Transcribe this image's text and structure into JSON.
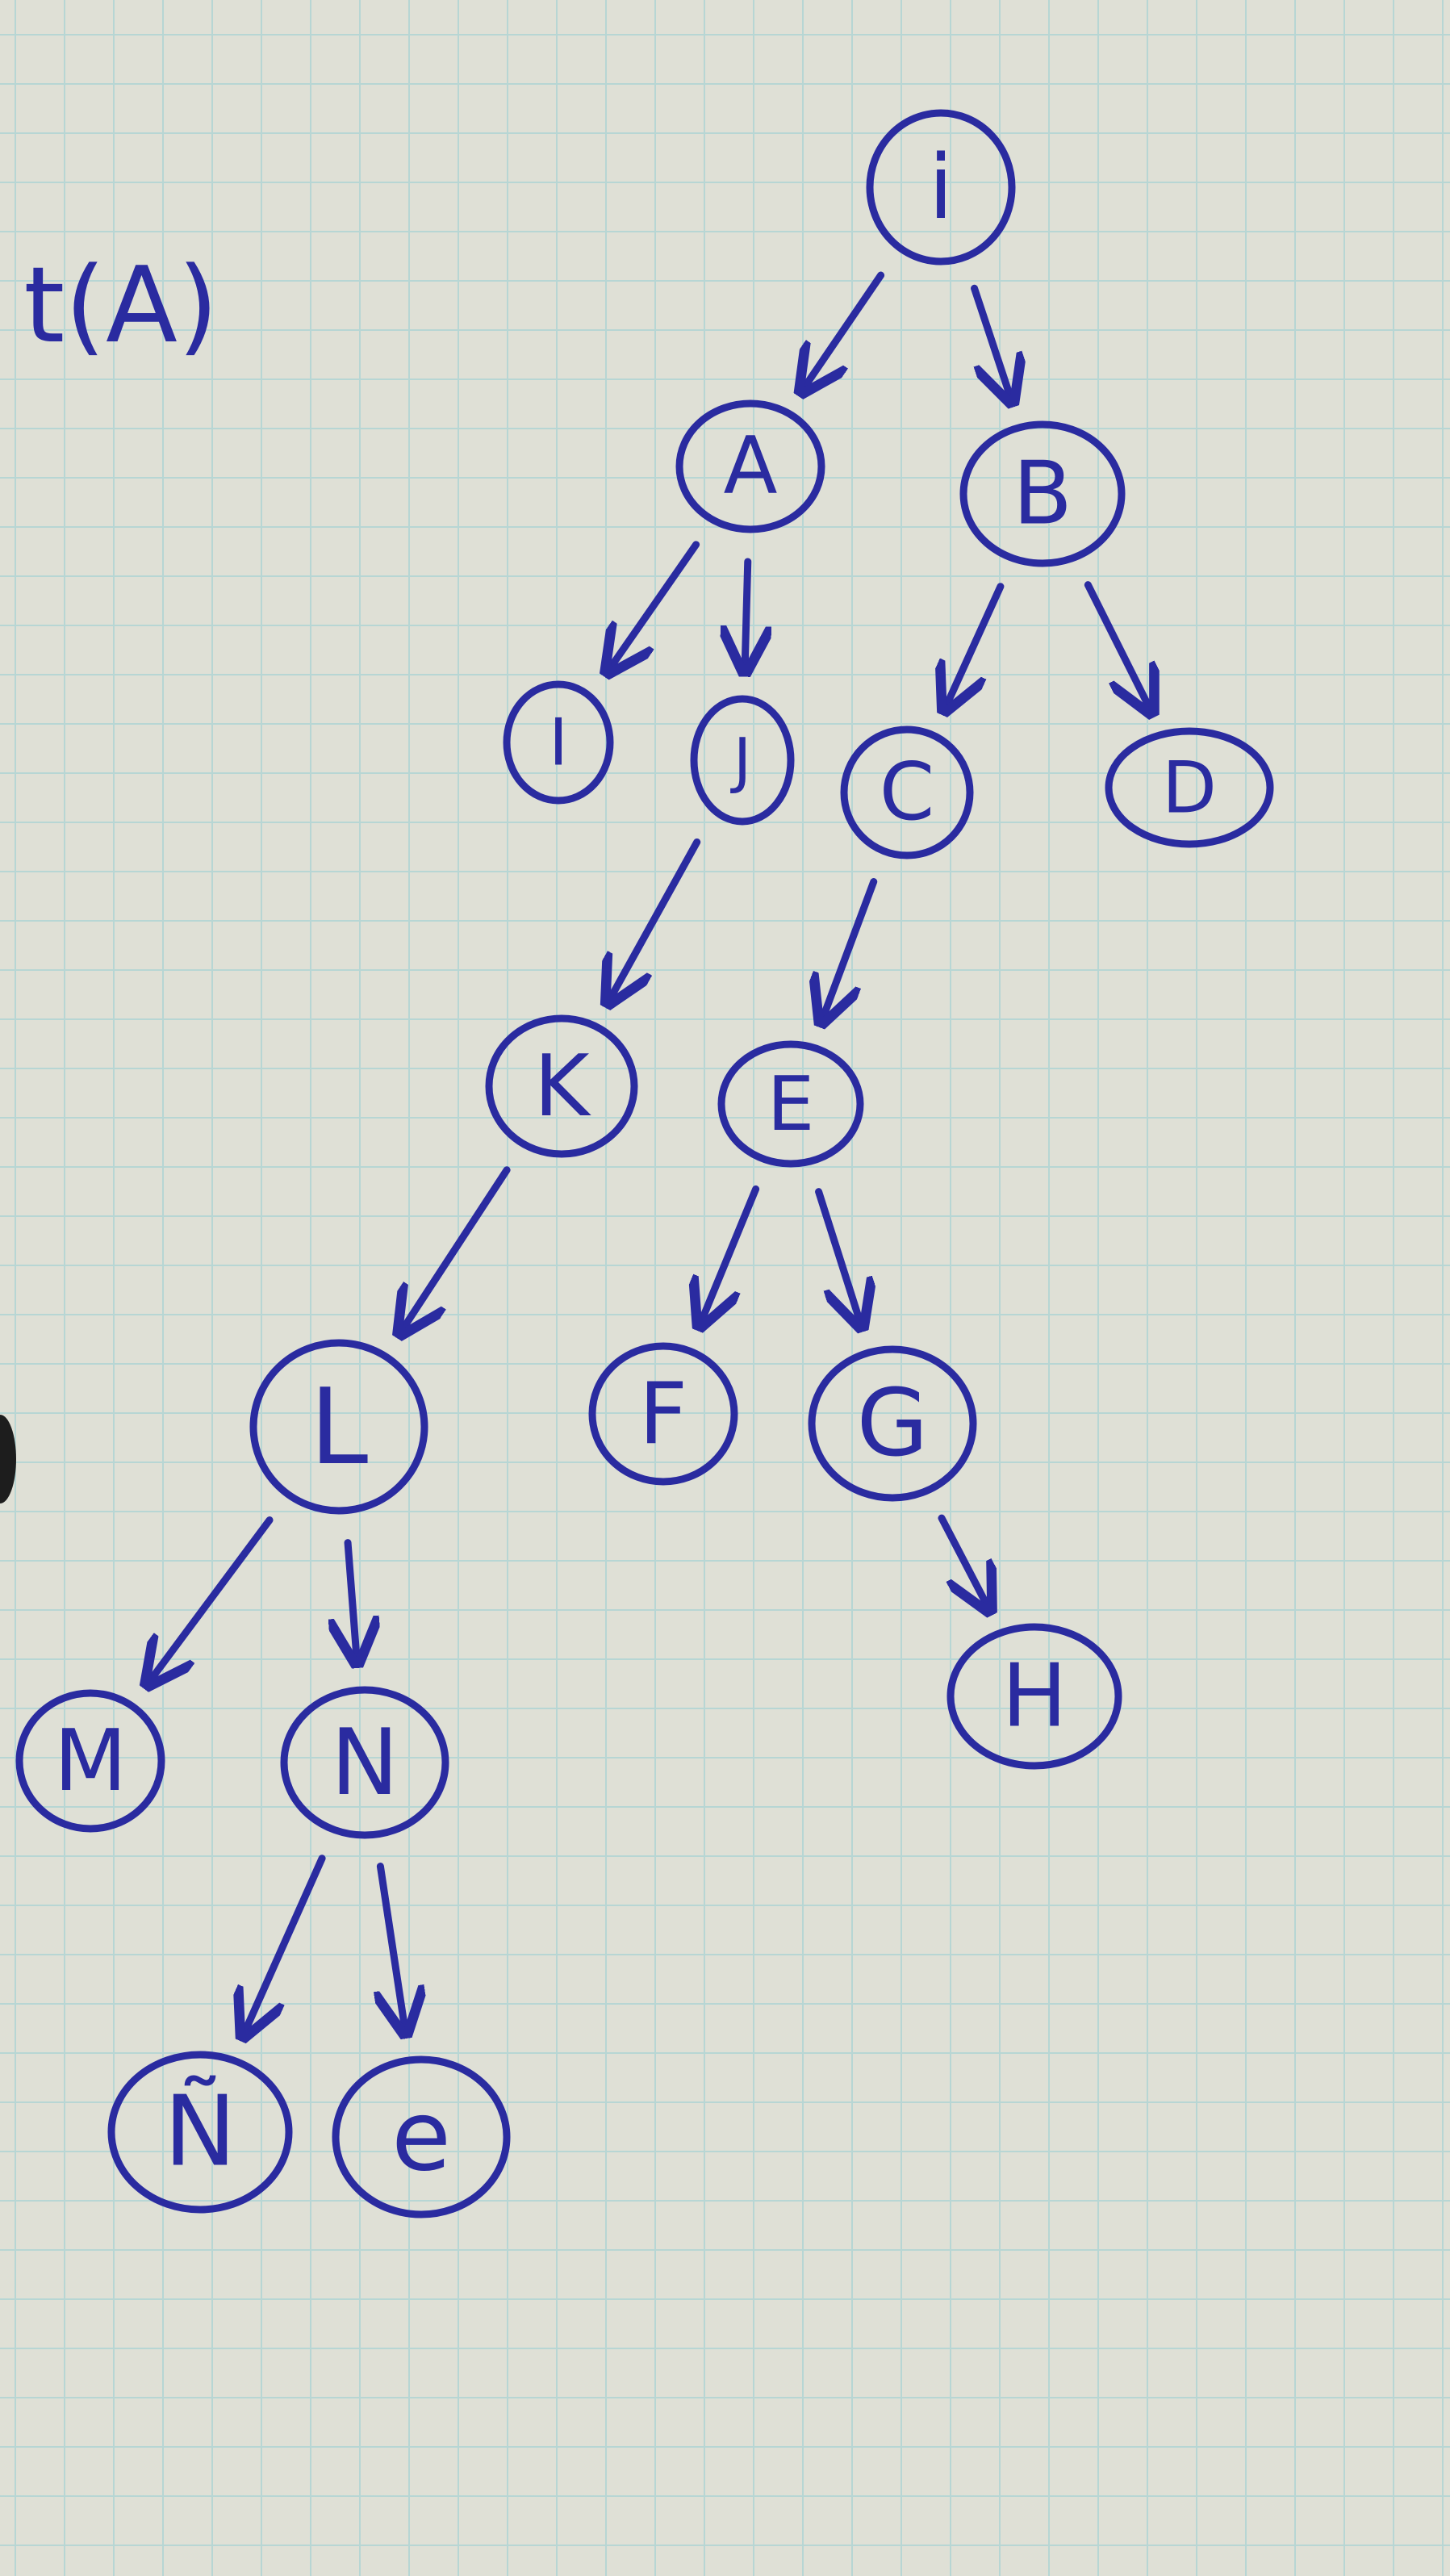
{
  "header": {
    "partial_text": "t(A)"
  },
  "tree": {
    "nodes": [
      {
        "id": "root",
        "label": "i"
      },
      {
        "id": "A",
        "label": "A"
      },
      {
        "id": "B",
        "label": "B"
      },
      {
        "id": "I",
        "label": "I"
      },
      {
        "id": "J",
        "label": "J"
      },
      {
        "id": "C",
        "label": "C"
      },
      {
        "id": "D",
        "label": "D"
      },
      {
        "id": "K",
        "label": "K"
      },
      {
        "id": "E",
        "label": "E"
      },
      {
        "id": "L",
        "label": "L"
      },
      {
        "id": "F",
        "label": "F"
      },
      {
        "id": "G",
        "label": "G"
      },
      {
        "id": "H",
        "label": "H"
      },
      {
        "id": "M",
        "label": "M"
      },
      {
        "id": "N",
        "label": "N"
      },
      {
        "id": "Ntilde",
        "label": "Ñ"
      },
      {
        "id": "e",
        "label": "e"
      }
    ],
    "edges": [
      [
        "root",
        "A"
      ],
      [
        "root",
        "B"
      ],
      [
        "A",
        "I"
      ],
      [
        "A",
        "J"
      ],
      [
        "B",
        "C"
      ],
      [
        "B",
        "D"
      ],
      [
        "J",
        "K"
      ],
      [
        "C",
        "E"
      ],
      [
        "K",
        "L"
      ],
      [
        "E",
        "F"
      ],
      [
        "E",
        "G"
      ],
      [
        "G",
        "H"
      ],
      [
        "L",
        "M"
      ],
      [
        "L",
        "N"
      ],
      [
        "N",
        "Ntilde"
      ],
      [
        "N",
        "e"
      ]
    ]
  },
  "colors": {
    "ink": "#2a2ba0",
    "paper": "#dfe0d6",
    "grid": "#a9d3d3"
  }
}
